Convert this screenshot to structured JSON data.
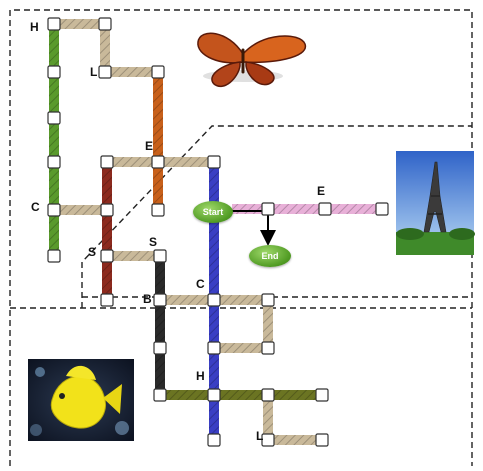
{
  "node_labels": {
    "h_top": "H",
    "l_upper": "L",
    "e_mid": "E",
    "c_left": "C",
    "e_right": "E",
    "s_left": "S",
    "s_right": "S",
    "c_mid": "C",
    "b_label": "B",
    "h_lower": "H",
    "l_lower": "L"
  },
  "pills": {
    "start": "Start",
    "end": "End"
  },
  "colors": {
    "green": "#5a9a2c",
    "beige": "#c9b99a",
    "orange": "#c8601a",
    "red": "#8c2a1e",
    "blue": "#3a3fc4",
    "black": "#2a2a2a",
    "olive": "#6b7422",
    "pink": "#e8b0d8",
    "dashed": "#222222",
    "node_fill": "#ffffff",
    "node_stroke": "#333333"
  },
  "images": {
    "butterfly": "butterfly-image",
    "eiffel": "eiffel-tower-image",
    "fish": "yellow-fish-image"
  }
}
